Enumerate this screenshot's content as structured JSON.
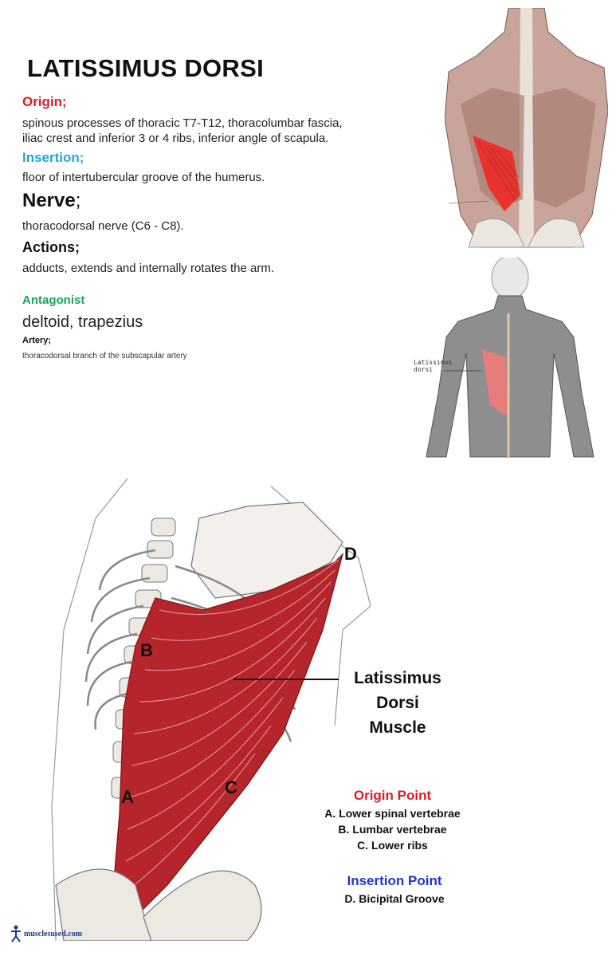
{
  "title": "LATISSIMUS DORSI",
  "origin": {
    "heading": "Origin;",
    "text_line1": "spinous processes of thoracic T7-T12, thoracolumbar fascia,",
    "text_line2": "iliac crest and inferior 3 or 4 ribs, inferior angle of scapula."
  },
  "insertion": {
    "heading": "Insertion;",
    "text": "floor of intertubercular groove of the humerus."
  },
  "nerve": {
    "heading": "Nerve",
    "heading_suffix": ";",
    "text": "thoracodorsal nerve (C6 - C8)."
  },
  "actions": {
    "heading": "Actions;",
    "text": "adducts, extends and internally rotates the arm."
  },
  "antagonist": {
    "heading": "Antagonist",
    "text": "deltoid, trapezius"
  },
  "artery": {
    "heading": "Artery;",
    "text": "thoracodorsal branch of the subscapular artery"
  },
  "figure_middle": {
    "label_line1": "Latissimus",
    "label_line2": "dorsi"
  },
  "diagram": {
    "point_a": "A",
    "point_b": "B",
    "point_c": "C",
    "point_d": "D",
    "muscle_label_line1": "Latissimus",
    "muscle_label_line2": "Dorsi",
    "muscle_label_line3": "Muscle"
  },
  "origin_point": {
    "title": "Origin Point",
    "items": [
      "A. Lower spinal vertebrae",
      "B. Lumbar vertebrae",
      "C. Lower ribs"
    ]
  },
  "insertion_point": {
    "title": "Insertion Point",
    "items": [
      "D. Bicipital Groove"
    ]
  },
  "watermark": "musclesused.com",
  "colors": {
    "origin_red": "#e01b22",
    "insertion_cyan": "#1fa8dc",
    "antagonist_green": "#1aa556",
    "insertion_point_blue": "#1d35d6",
    "muscle_red": "#b5252b"
  }
}
